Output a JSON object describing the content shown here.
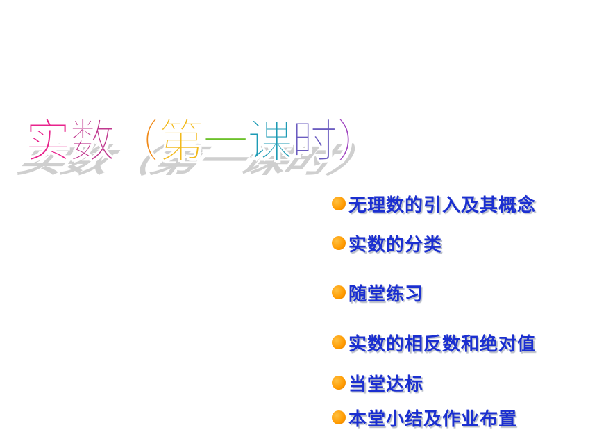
{
  "title": {
    "parts": [
      "实",
      "数",
      "（",
      "第",
      "一",
      "课",
      "时",
      "）"
    ]
  },
  "menu": {
    "items": [
      {
        "label": "无理数的引入及其概念"
      },
      {
        "label": "实数的分类"
      },
      {
        "label": "随堂练习"
      },
      {
        "label": "实数的相反数和绝对值"
      },
      {
        "label": "当堂达标"
      },
      {
        "label": "本堂小结及作业布置"
      }
    ],
    "bullet_color": "#ff9a00",
    "text_color": "#1b2fd0"
  }
}
